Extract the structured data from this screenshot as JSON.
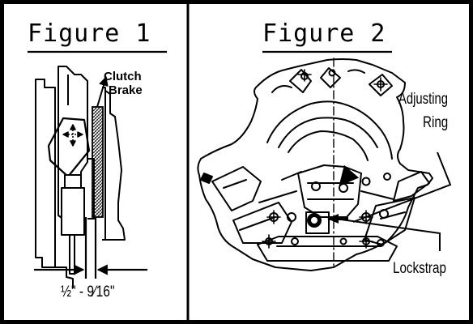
{
  "figure1": {
    "title": "Figure 1",
    "component_label_line1": "Clutch",
    "component_label_line2": "Brake",
    "gap_spec": "½\" - 9⁄16\""
  },
  "figure2": {
    "title": "Figure 2",
    "adjusting_label_line1": "Adjusting",
    "adjusting_label_line2": "Ring",
    "lockstrap_label": "Lockstrap"
  },
  "colors": {
    "ink": "#000000",
    "background": "#ffffff"
  }
}
